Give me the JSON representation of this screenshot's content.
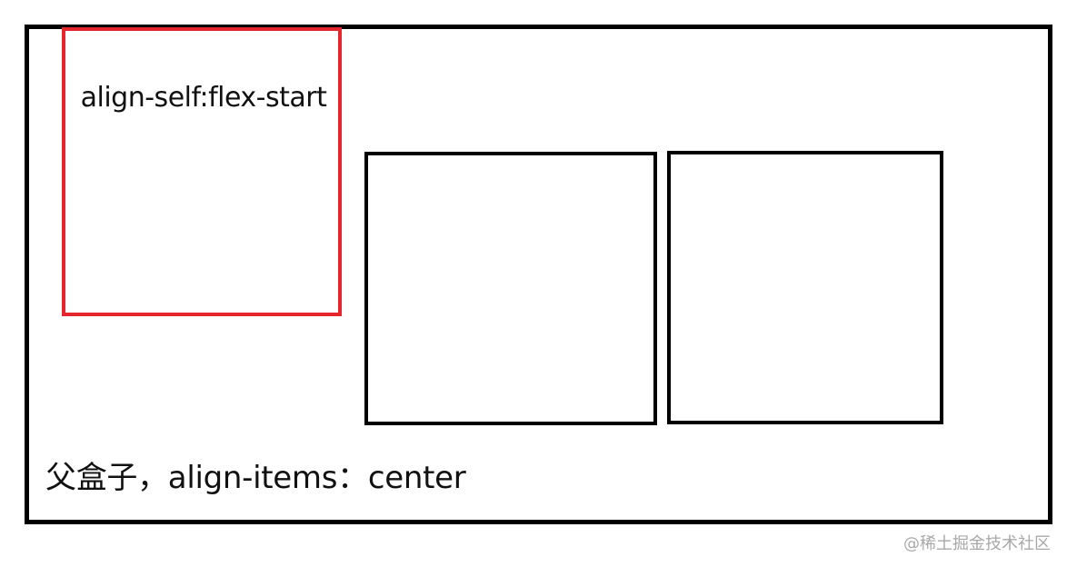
{
  "diagram": {
    "parent": {
      "label": "父盒子，align-items：center",
      "border_color": "#000000"
    },
    "children": [
      {
        "label": "align-self:flex-start",
        "border_color": "#e5262d"
      },
      {
        "label": "",
        "border_color": "#000000"
      },
      {
        "label": "",
        "border_color": "#000000"
      }
    ]
  },
  "watermark": "@稀土掘金技术社区"
}
